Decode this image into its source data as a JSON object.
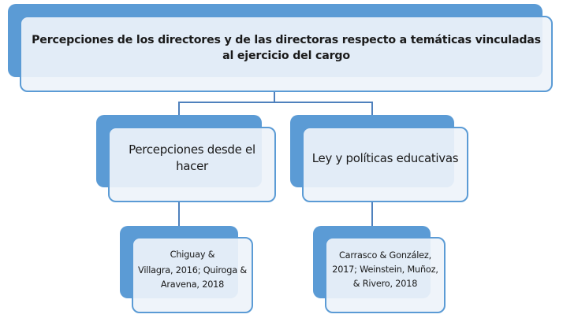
{
  "diagram": {
    "root": {
      "label": "Percepciones de los directores y de las directoras respecto a temáticas vinculadas al ejercicio del cargo"
    },
    "branches": [
      {
        "label": "Percepciones desde el hacer",
        "child": {
          "line1": "Chiguay &",
          "line2": "Villagra, 2016; Quiroga & Aravena, 2018"
        }
      },
      {
        "label": "Ley y políticas educativas",
        "child": {
          "line1": "Carrasco & González, 2017;  Weinstein, Muñoz, & Rivero, 2018"
        }
      }
    ],
    "colors": {
      "accent": "#5b9bd5",
      "box_fill": "#eef3fa",
      "connector": "#4f81bd"
    }
  }
}
